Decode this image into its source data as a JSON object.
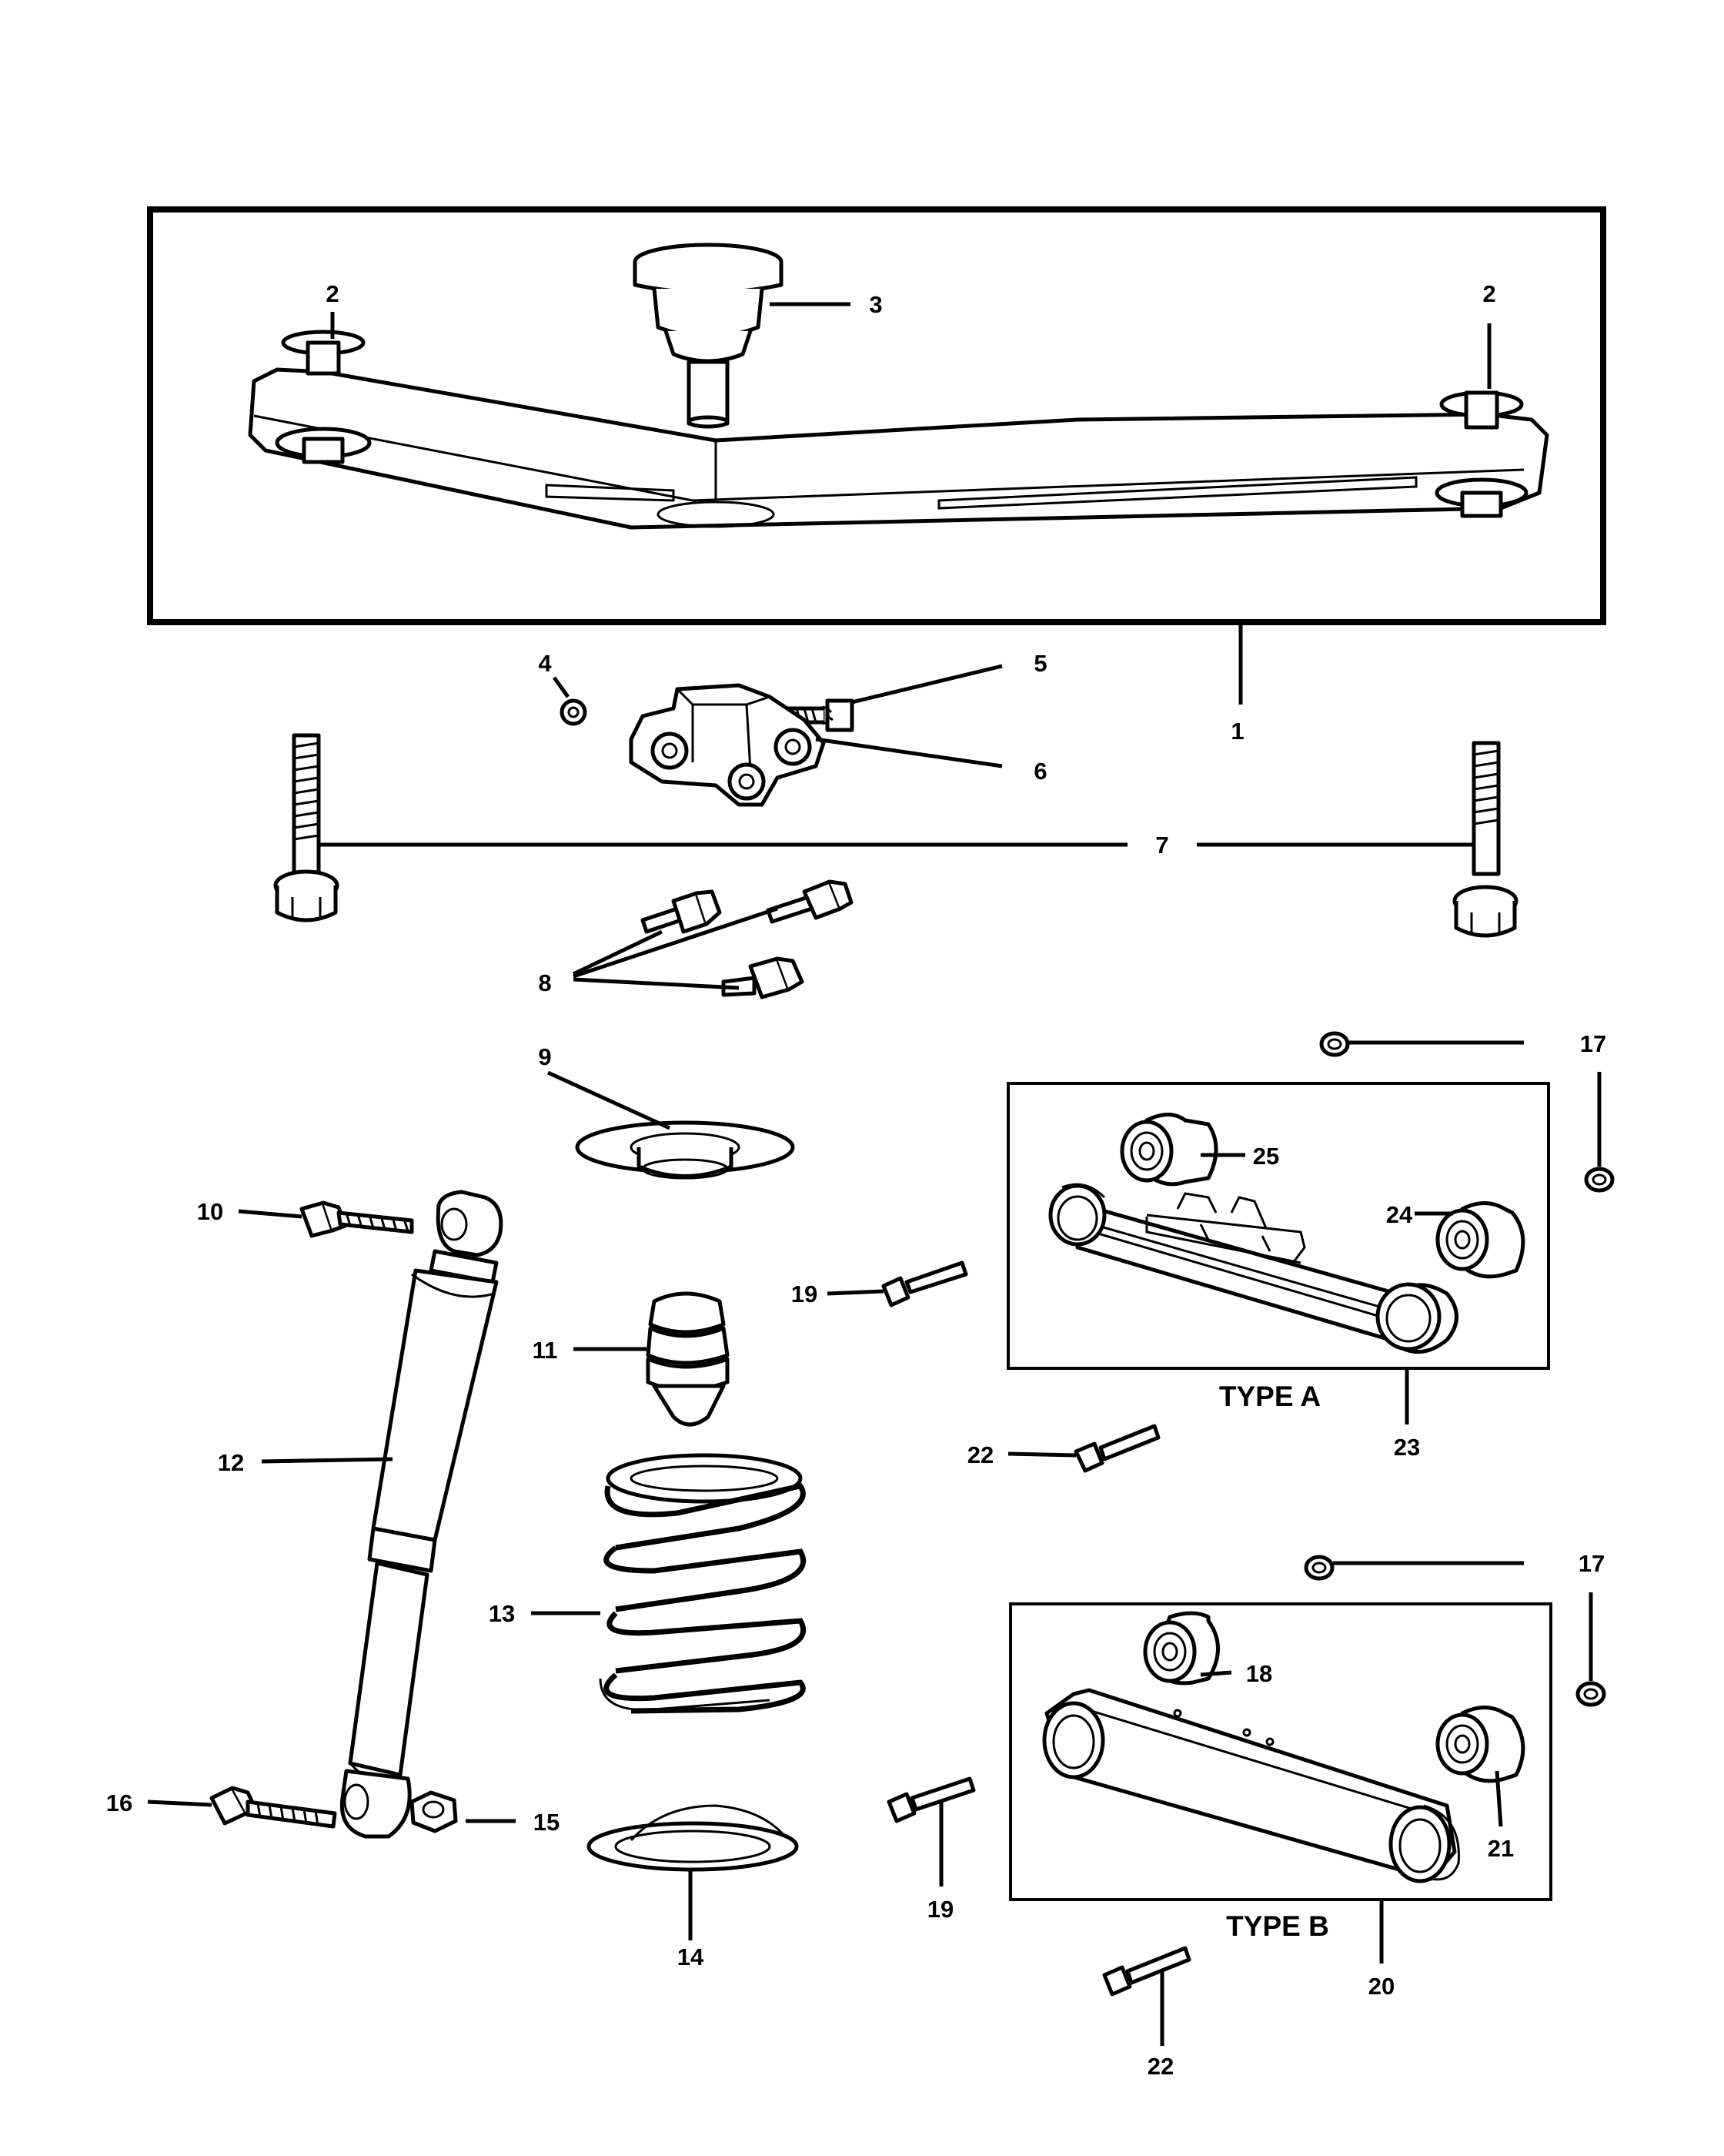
{
  "callouts": {
    "c1": "1",
    "c2a": "2",
    "c2b": "2",
    "c3": "3",
    "c4": "4",
    "c5": "5",
    "c6": "6",
    "c7": "7",
    "c8": "8",
    "c9": "9",
    "c10": "10",
    "c11": "11",
    "c12": "12",
    "c13": "13",
    "c14": "14",
    "c15": "15",
    "c16": "16",
    "c17a": "17",
    "c17b": "17",
    "c18": "18",
    "c19a": "19",
    "c19b": "19",
    "c20": "20",
    "c21": "21",
    "c22a": "22",
    "c22b": "22",
    "c23": "23",
    "c24": "24",
    "c25": "25"
  },
  "type_labels": {
    "a": "TYPE A",
    "b": "TYPE B"
  }
}
